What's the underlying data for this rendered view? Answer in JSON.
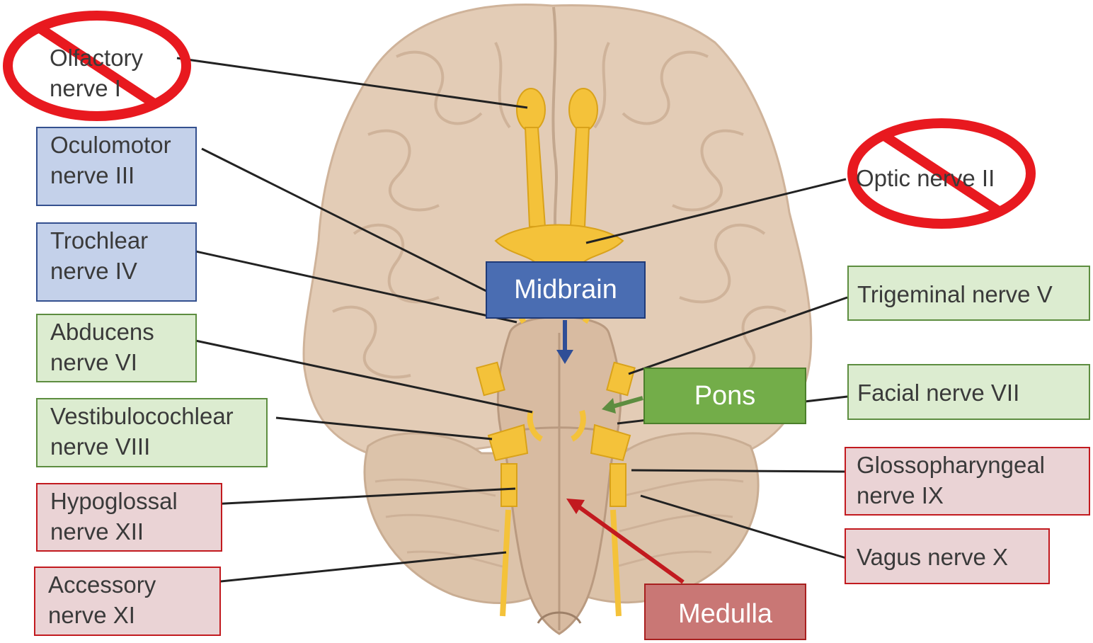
{
  "colors": {
    "sensory_removed": "#e8191f",
    "midbrain_accent": "#4a6db2",
    "pons_accent": "#73ad49",
    "medulla_accent": "#c97775",
    "nerve_yellow": "#f4c23a",
    "brain_tissue": "#e2cbb4"
  },
  "nerves": {
    "olfactory": {
      "line1": "Olfactory",
      "line2": "nerve I"
    },
    "optic": {
      "line1": "Optic nerve II"
    },
    "oculomotor": {
      "line1": "Oculomotor",
      "line2": "nerve III"
    },
    "trochlear": {
      "line1": "Trochlear",
      "line2": "nerve IV"
    },
    "abducens": {
      "line1": "Abducens",
      "line2": "nerve VI"
    },
    "vestibulocochlear": {
      "line1": "Vestibulocochlear",
      "line2": "nerve VIII"
    },
    "hypoglossal": {
      "line1": "Hypoglossal",
      "line2": "nerve XII"
    },
    "accessory": {
      "line1": "Accessory",
      "line2": "nerve XI"
    },
    "trigeminal": {
      "line1": "Trigeminal nerve V"
    },
    "facial": {
      "line1": "Facial nerve VII"
    },
    "glossopharyngeal": {
      "line1": "Glossopharyngeal",
      "line2": "nerve IX"
    },
    "vagus": {
      "line1": "Vagus nerve X"
    }
  },
  "regions": {
    "midbrain": "Midbrain",
    "pons": "Pons",
    "medulla": "Medulla"
  },
  "icons": {
    "prohibited": "no-symbol-icon"
  }
}
